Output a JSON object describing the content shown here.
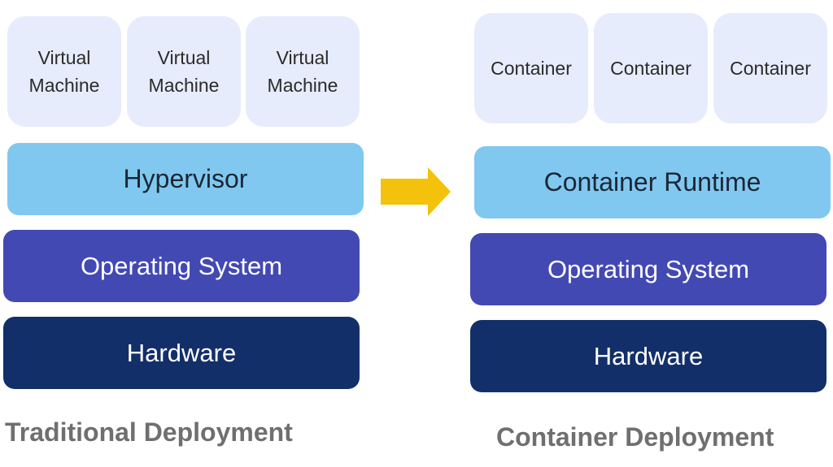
{
  "traditional": {
    "vms": [
      {
        "line1": "Virtual",
        "line2": "Machine"
      },
      {
        "line1": "Virtual",
        "line2": "Machine"
      },
      {
        "line1": "Virtual",
        "line2": "Machine"
      }
    ],
    "hypervisor": "Hypervisor",
    "os": "Operating System",
    "hardware": "Hardware",
    "caption": "Traditional Deployment"
  },
  "container": {
    "containers": [
      "Container",
      "Container",
      "Container"
    ],
    "runtime": "Container Runtime",
    "os": "Operating System",
    "hardware": "Hardware",
    "caption": "Container Deployment"
  },
  "colors": {
    "vm_fill": "#e7ecfc",
    "runtime_fill": "#80c8ef",
    "os_fill": "#4349b2",
    "hardware_fill": "#122f69",
    "arrow_fill": "#f5c20b",
    "caption_text": "#6f6f6f"
  }
}
